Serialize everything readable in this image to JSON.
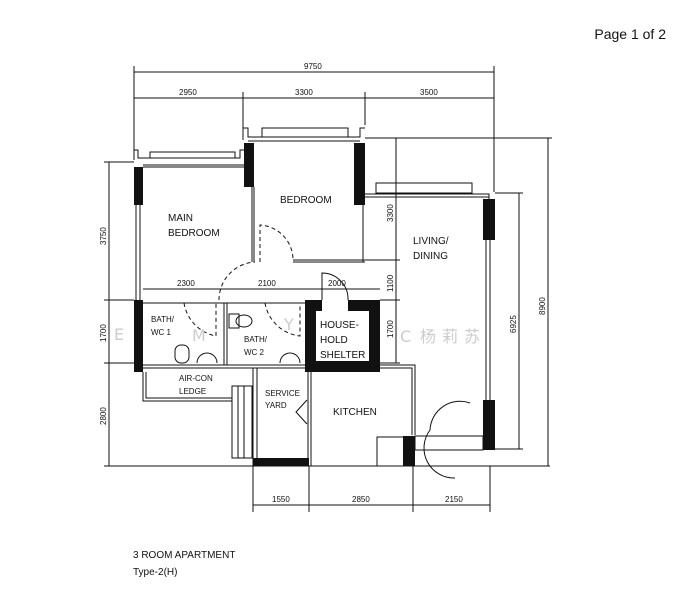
{
  "page_indicator": "Page 1 of 2",
  "plan": {
    "title": "3 ROOM APARTMENT",
    "type": "Type-2(H)",
    "rooms": {
      "main_bedroom": [
        "MAIN",
        "BEDROOM"
      ],
      "bedroom": "BEDROOM",
      "living_dining": [
        "LIVING/",
        "DINING"
      ],
      "bath1": [
        "BATH/",
        "WC 1"
      ],
      "bath2": [
        "BATH/",
        "WC 2"
      ],
      "shelter": [
        "HOUSE-",
        "HOLD",
        "SHELTER"
      ],
      "aircon": [
        "AIR-CON",
        "LEDGE"
      ],
      "service_yard": [
        "SERVICE",
        "YARD"
      ],
      "kitchen": "KITCHEN"
    },
    "dimensions": {
      "overall_width": "9750",
      "top": [
        "2950",
        "3300",
        "3500"
      ],
      "left": [
        "3750",
        "1700",
        "2800"
      ],
      "inner_horizontal": [
        "2300",
        "2100",
        "2000"
      ],
      "inner_vertical": [
        "3300",
        "1100",
        "1700"
      ],
      "right_inner": "6925",
      "right_overall": "8900",
      "bottom": [
        "1550",
        "2850",
        "2150"
      ]
    },
    "watermark": "E M Y Y C 杨 莉 苏"
  }
}
